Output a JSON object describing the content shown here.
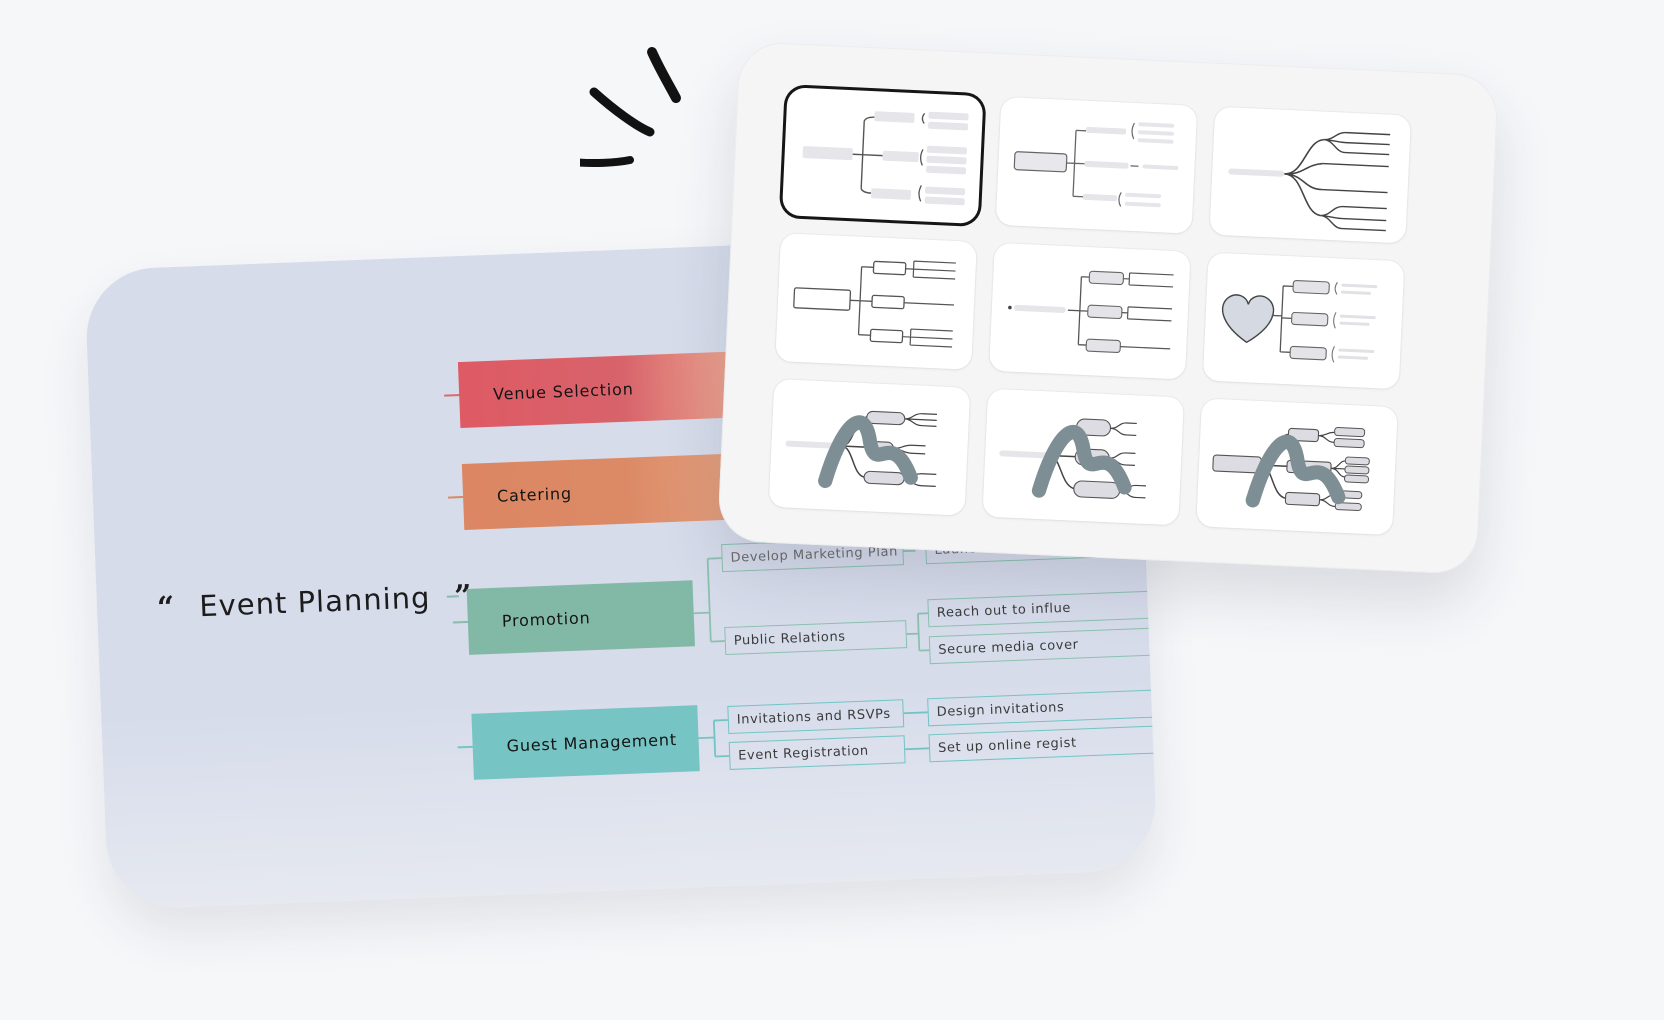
{
  "mindmap": {
    "root": {
      "open_quote": "“",
      "label": "Event Planning",
      "close_quote": "”"
    },
    "branches": [
      {
        "label": "Venue Selection",
        "color": "#de5a64"
      },
      {
        "label": "Catering",
        "color": "#dc8663"
      },
      {
        "label": "Promotion",
        "color": "#82b9a6",
        "children": [
          {
            "label": "Develop Marketing Plan",
            "children": [
              "Launch email camp"
            ]
          },
          {
            "label": "Public Relations",
            "children": [
              "Reach out to influe",
              "Secure media cover"
            ]
          }
        ]
      },
      {
        "label": "Guest Management",
        "color": "#76c4c4",
        "children": [
          {
            "label": "Invitations and RSVPs",
            "children": [
              "Design invitations"
            ]
          },
          {
            "label": "Event Registration",
            "children": [
              "Set up online regist"
            ]
          }
        ]
      }
    ]
  },
  "templates": {
    "selected_index": 0,
    "tiles": [
      {
        "name": "bracket-tree-right",
        "ai": false
      },
      {
        "name": "brace-list-right",
        "ai": false
      },
      {
        "name": "curved-lines-right",
        "ai": false
      },
      {
        "name": "box-tree-right",
        "ai": false
      },
      {
        "name": "pill-tree-right",
        "ai": false
      },
      {
        "name": "heart-tree-right",
        "ai": false
      },
      {
        "name": "organic-pill-tree-1",
        "ai": true
      },
      {
        "name": "organic-pill-tree-2",
        "ai": true
      },
      {
        "name": "organic-pill-tree-3",
        "ai": true
      }
    ]
  },
  "colors": {
    "ink": "#1c1c1c",
    "map_bg": "#d6dcea",
    "panel_bg": "#f5f5f6"
  }
}
